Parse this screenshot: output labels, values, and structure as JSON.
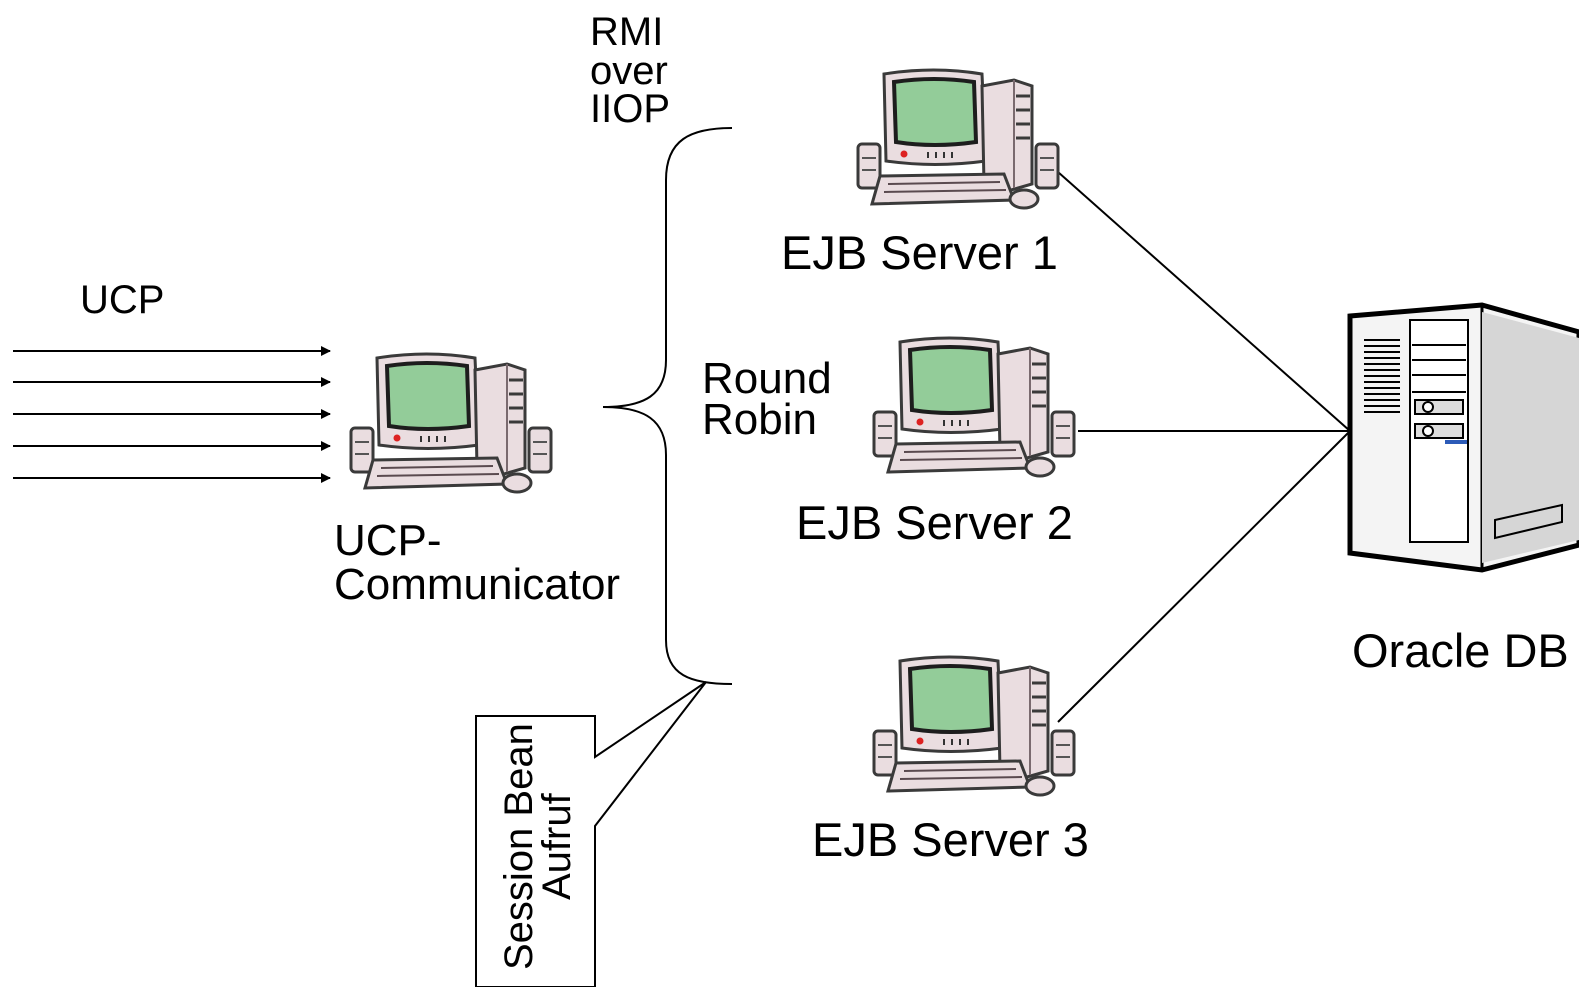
{
  "labels": {
    "rmi_line1": "RMI",
    "rmi_line2": "over",
    "rmi_line3": "IIOP",
    "ucp": "UCP",
    "communicator_line1": "UCP-",
    "communicator_line2": "Communicator",
    "round_robin_line1": "Round",
    "round_robin_line2": "Robin",
    "server1": "EJB Server 1",
    "server2": "EJB Server 2",
    "server3": "EJB Server 3",
    "oracle": "Oracle DB",
    "callout_line1": "Session Bean",
    "callout_line2": "Aufruf"
  },
  "icons": {
    "computer": "desktop-computer-icon",
    "database_server": "tower-server-icon"
  },
  "colors": {
    "screen": "#93cc99",
    "case": "#eadde0",
    "case_shadow": "#b9a9ae",
    "line": "#000000"
  }
}
